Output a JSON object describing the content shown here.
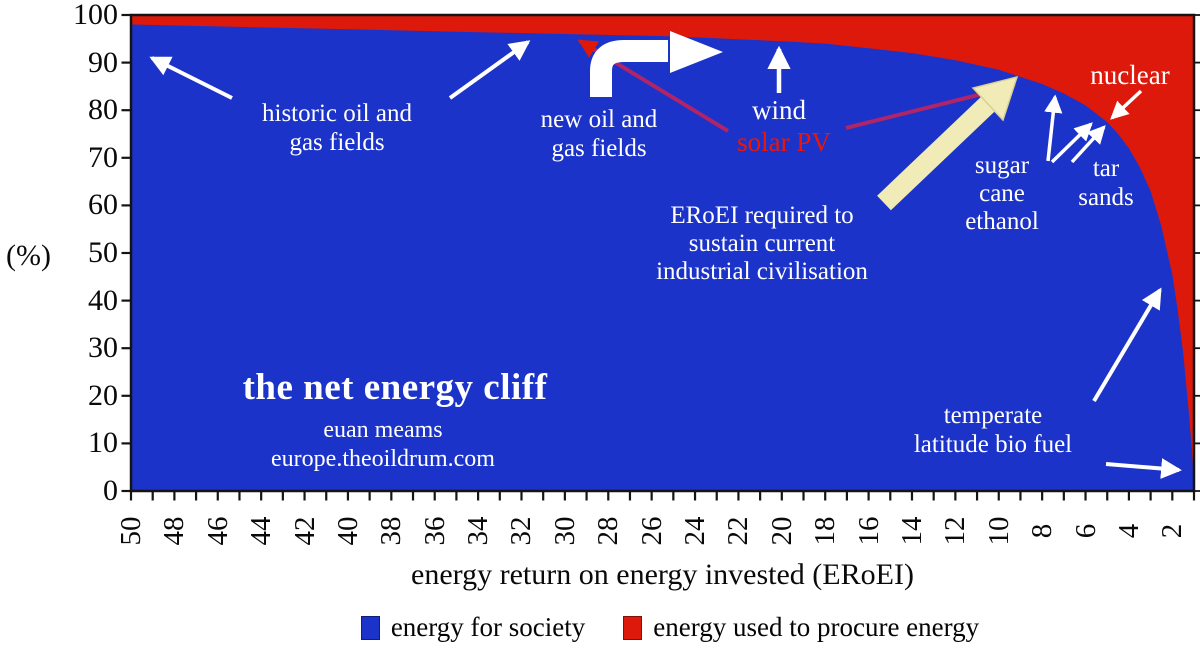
{
  "chart_data": {
    "type": "area",
    "title": "the net energy cliff",
    "byline": "euan meams",
    "source": "europe.theoildrum.com",
    "xlabel": "energy return on energy invested (ERoEI)",
    "ylabel": "(%)",
    "x_axis_reversed": true,
    "xlim": [
      50,
      1
    ],
    "ylim": [
      0,
      100
    ],
    "xticks": [
      50,
      48,
      46,
      44,
      42,
      40,
      38,
      36,
      34,
      32,
      30,
      28,
      26,
      24,
      22,
      20,
      18,
      16,
      14,
      12,
      10,
      8,
      6,
      4,
      2
    ],
    "xtick_minor_step": 1,
    "yticks": [
      0,
      10,
      20,
      30,
      40,
      50,
      60,
      70,
      80,
      90,
      100
    ],
    "grid": false,
    "legend": {
      "position": "bottom",
      "items": [
        {
          "label": "energy for society",
          "color": "#1b33c9"
        },
        {
          "label": "energy used to procure energy",
          "color": "#dc190b"
        }
      ]
    },
    "series": [
      {
        "name": "energy for society",
        "color": "#1b33c9",
        "role": "area-below-curve",
        "x": [
          50,
          45,
          40,
          35,
          30,
          25,
          20,
          18,
          16,
          14,
          12,
          10,
          9,
          8,
          7,
          6,
          5,
          4.5,
          4,
          3.5,
          3,
          2.5,
          2,
          1.75,
          1.5,
          1.25,
          1.1,
          1
        ],
        "y": [
          98,
          97.5,
          97,
          96.5,
          96,
          95.5,
          94.5,
          94,
          93,
          92,
          90.5,
          88.5,
          87,
          85.5,
          83.5,
          81,
          77.5,
          75,
          72,
          68,
          63,
          55.5,
          45.5,
          38,
          29,
          17,
          9,
          0
        ]
      },
      {
        "name": "energy used to procure energy",
        "color": "#dc190b",
        "role": "area-above-curve"
      }
    ],
    "colors": {
      "solar_line": "#b02468",
      "solar_arrowhead": "#e01808",
      "yellow_arrow_fill": "#f1ebb8",
      "yellow_arrow_edge": "#d9d191",
      "annotation_red": "#ee1505",
      "axis": "#141414"
    },
    "annotations": [
      {
        "id": "historic-oil-gas",
        "text": "historic oil and\ngas fields",
        "color": "#ffffff"
      },
      {
        "id": "new-oil-gas",
        "text": "new oil and\ngas fields",
        "color": "#ffffff"
      },
      {
        "id": "wind",
        "text": "wind",
        "color": "#ffffff"
      },
      {
        "id": "solar-pv",
        "text": "solar PV",
        "color": "#ee1505"
      },
      {
        "id": "eroei-required",
        "text": "ERoEI required to\nsustain current\nindustrial civilisation",
        "color": "#ffffff"
      },
      {
        "id": "sugar-cane-ethanol",
        "text": "sugar\ncane\nethanol",
        "color": "#ffffff"
      },
      {
        "id": "tar-sands",
        "text": "tar\nsands",
        "color": "#ffffff"
      },
      {
        "id": "nuclear",
        "text": "nuclear",
        "color": "#ffffff"
      },
      {
        "id": "temperate-biofuel",
        "text": "temperate\nlatitude bio fuel",
        "color": "#ffffff"
      }
    ]
  }
}
